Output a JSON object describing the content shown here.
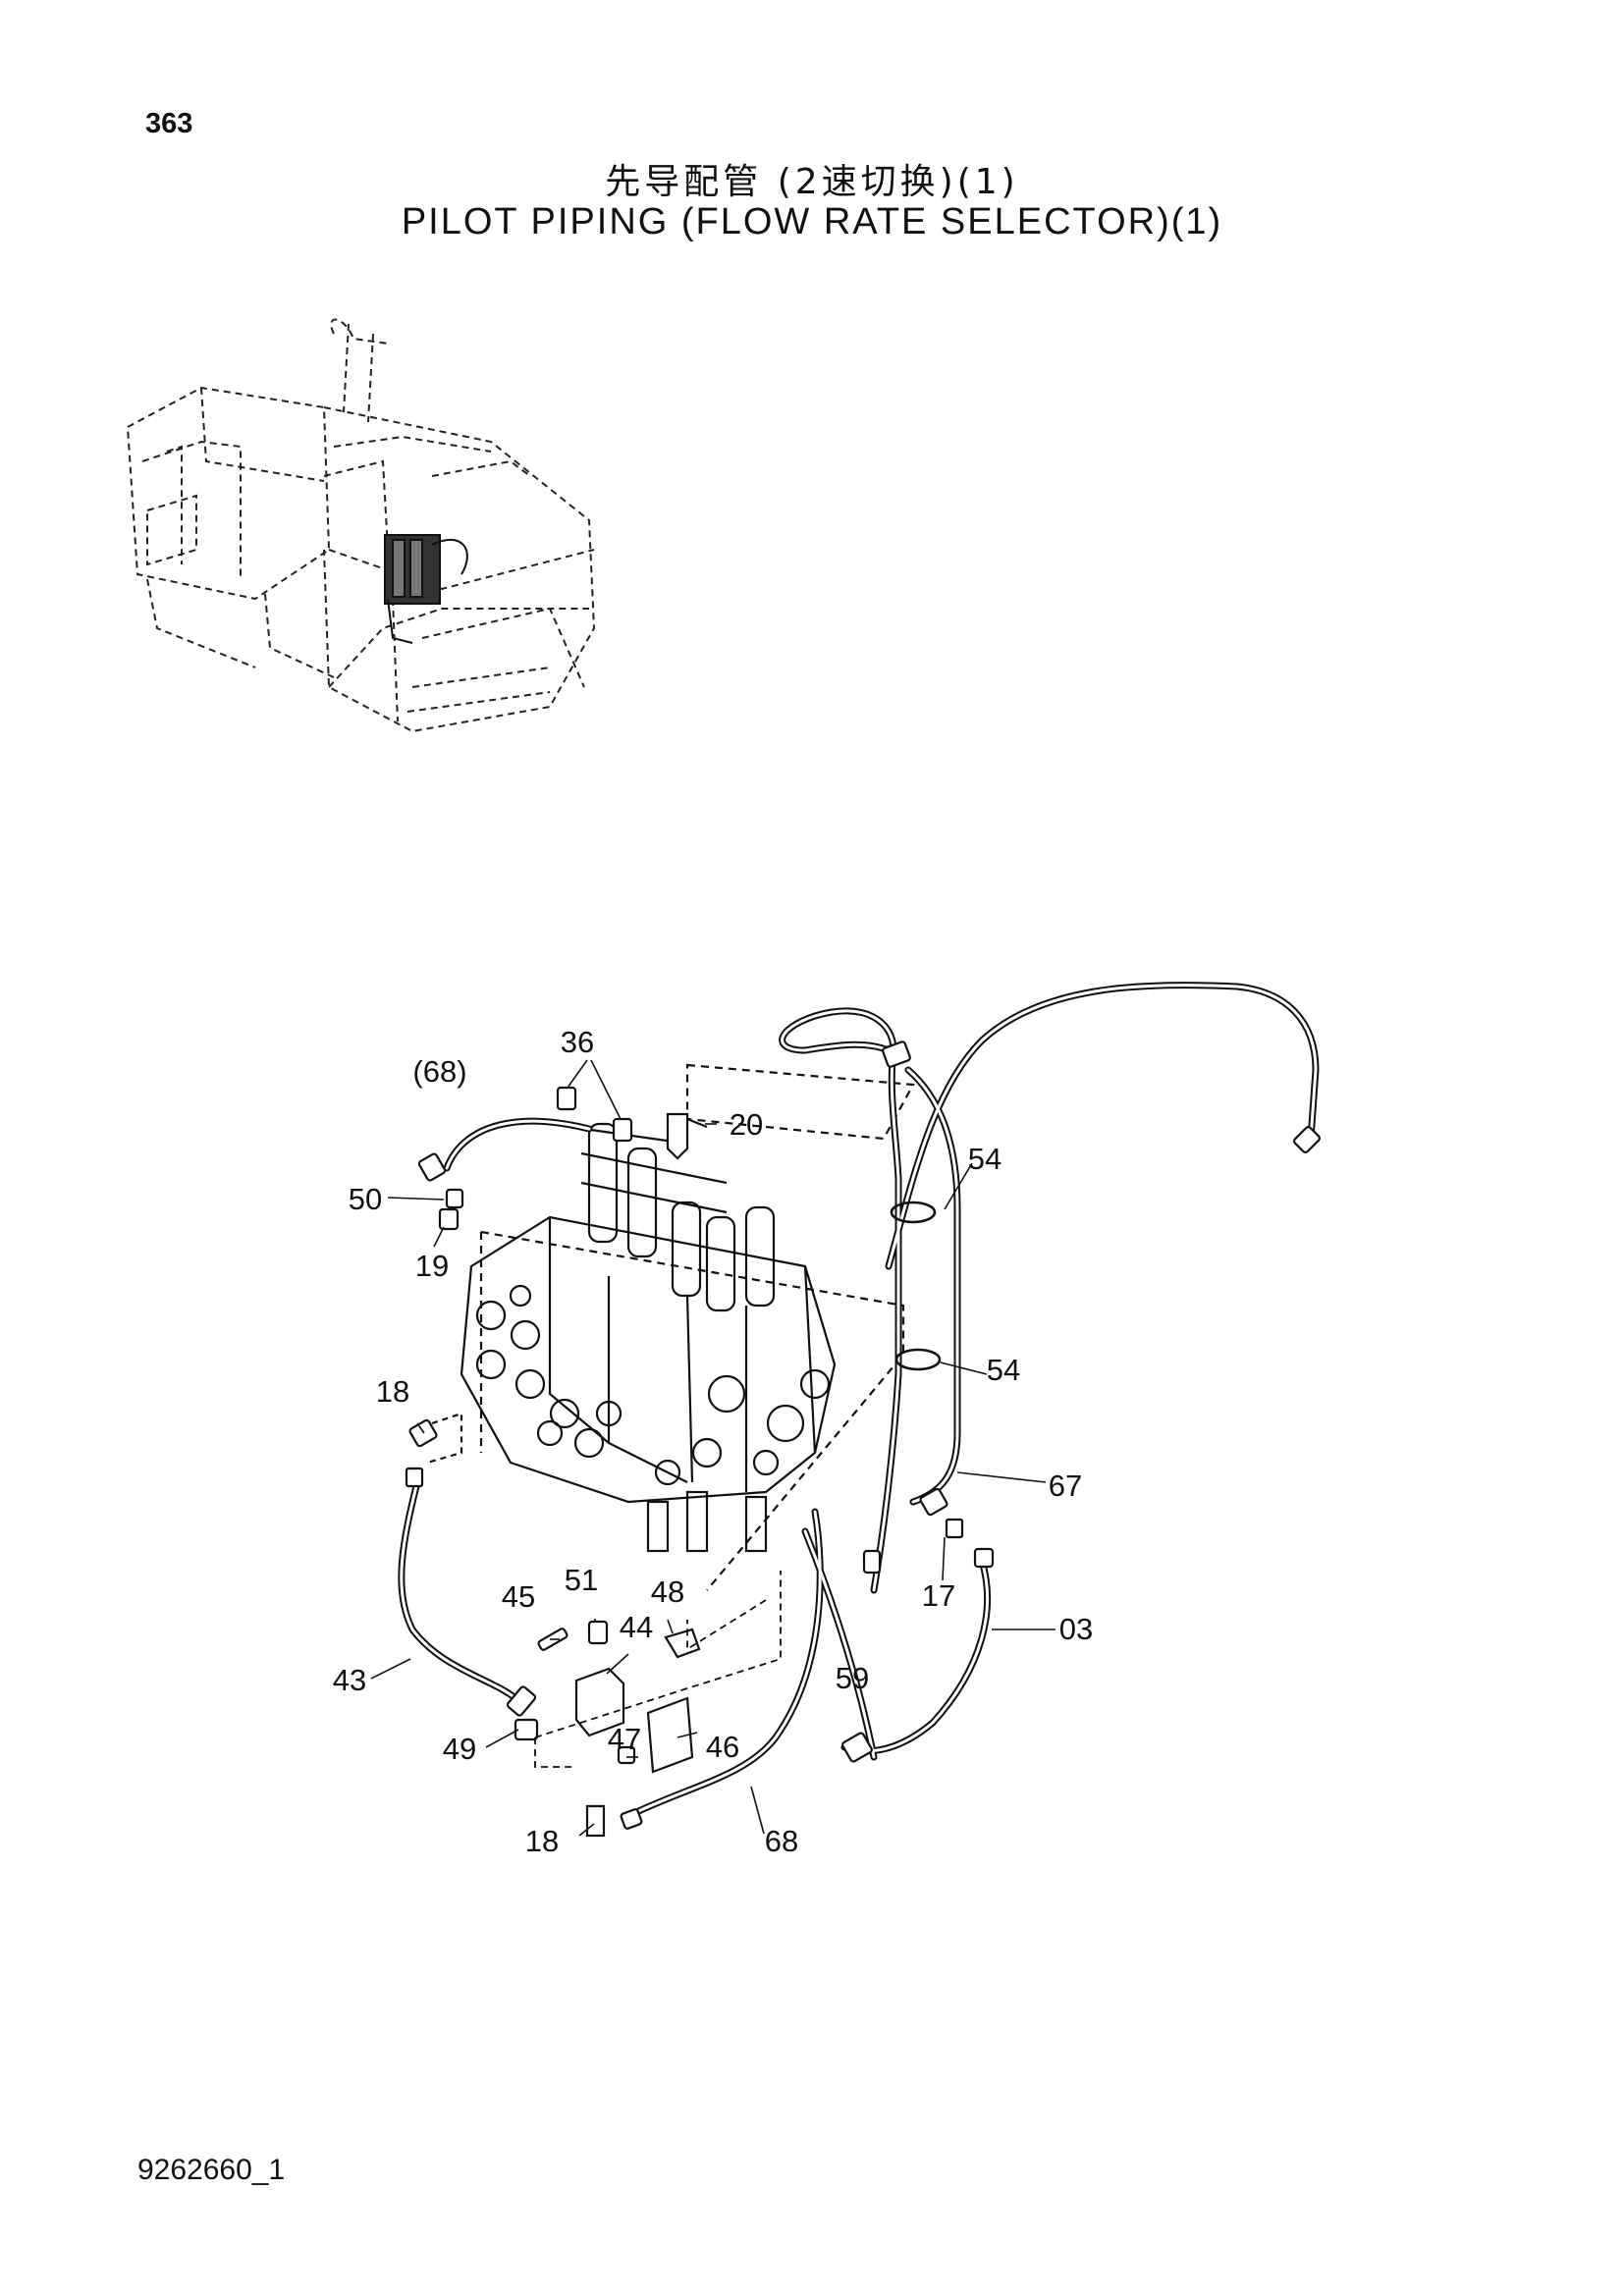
{
  "page": {
    "number": "363",
    "title_cn": "先导配管 (2速切换)(1)",
    "title_en": "PILOT PIPING (FLOW RATE SELECTOR)(1)",
    "doc_id": "9262660_1"
  },
  "callouts": [
    {
      "id": "c36",
      "label": "36"
    },
    {
      "id": "c68a",
      "label": "(68)"
    },
    {
      "id": "c20",
      "label": "20"
    },
    {
      "id": "c50",
      "label": "50"
    },
    {
      "id": "c19",
      "label": "19"
    },
    {
      "id": "c54a",
      "label": "54"
    },
    {
      "id": "c54b",
      "label": "54"
    },
    {
      "id": "c18a",
      "label": "18"
    },
    {
      "id": "c67",
      "label": "67"
    },
    {
      "id": "c17",
      "label": "17"
    },
    {
      "id": "c03",
      "label": "03"
    },
    {
      "id": "c45",
      "label": "45"
    },
    {
      "id": "c51",
      "label": "51"
    },
    {
      "id": "c48",
      "label": "48"
    },
    {
      "id": "c44",
      "label": "44"
    },
    {
      "id": "c43",
      "label": "43"
    },
    {
      "id": "c59",
      "label": "59"
    },
    {
      "id": "c49",
      "label": "49"
    },
    {
      "id": "c46",
      "label": "46"
    },
    {
      "id": "c47",
      "label": "47"
    },
    {
      "id": "c18b",
      "label": "18"
    },
    {
      "id": "c68b",
      "label": "68"
    }
  ]
}
